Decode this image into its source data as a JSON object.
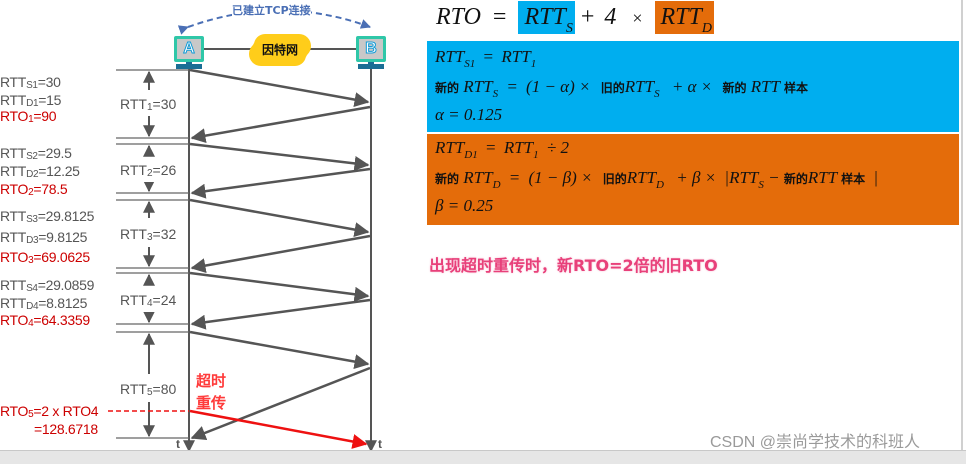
{
  "diagram": {
    "tcp_connection_label": "已建立TCP连接",
    "host_a": "A",
    "host_b": "B",
    "network_label": "因特网",
    "time_axis_label": "t",
    "rounds": [
      {
        "rtts_pre": "RTT",
        "rtts_sub": "S1",
        "rtts_val": "=30",
        "rttd_pre": "RTT",
        "rttd_sub": "D1",
        "rttd_val": "=15",
        "rto_pre": "RTO",
        "rto_sub": "1",
        "rto_val": "=90",
        "rtt_pre": "RTT",
        "rtt_sub": "1",
        "rtt_val": "=30"
      },
      {
        "rtts_pre": "RTT",
        "rtts_sub": "S2",
        "rtts_val": "=29.5",
        "rttd_pre": "RTT",
        "rttd_sub": "D2",
        "rttd_val": "=12.25",
        "rto_pre": "RTO",
        "rto_sub": "2",
        "rto_val": "=78.5",
        "rtt_pre": "RTT",
        "rtt_sub": "2",
        "rtt_val": "=26"
      },
      {
        "rtts_pre": "RTT",
        "rtts_sub": "S3",
        "rtts_val": "=29.8125",
        "rttd_pre": "RTT",
        "rttd_sub": "D3",
        "rttd_val": "=9.8125",
        "rto_pre": "RTO",
        "rto_sub": "3",
        "rto_val": "=69.0625",
        "rtt_pre": "RTT",
        "rtt_sub": "3",
        "rtt_val": "=32"
      },
      {
        "rtts_pre": "RTT",
        "rtts_sub": "S4",
        "rtts_val": "=29.0859",
        "rttd_pre": "RTT",
        "rttd_sub": "D4",
        "rttd_val": "=8.8125",
        "rto_pre": "RTO",
        "rto_sub": "4",
        "rto_val": "=64.3359",
        "rtt_pre": "RTT",
        "rtt_sub": "4",
        "rtt_val": "=24"
      },
      {
        "rto_pre": "RTO",
        "rto_sub": "5",
        "rto_val": "=2 x RTO4",
        "rto_val2": "=128.6718",
        "rtt_pre": "RTT",
        "rtt_sub": "5",
        "rtt_val": "=80"
      }
    ],
    "timeout_label_line1": "超时",
    "timeout_label_line2": "重传"
  },
  "formulas": {
    "main": {
      "lhs": "RTO",
      "eq": "=",
      "term1": "RTT",
      "term1_sub": "S",
      "plus": "+",
      "coef": "4",
      "times": "×",
      "term2": "RTT",
      "term2_sub": "D"
    },
    "smoothed": {
      "line1": {
        "lhs": "RTT",
        "lhs_sub": "S1",
        "eq": "=",
        "rhs": "RTT",
        "rhs_sub": "1"
      },
      "line2": {
        "new": "新的",
        "lhs": "RTT",
        "lhs_sub": "S",
        "eq": "=",
        "factor": "(1 − α) ×",
        "old": "旧的",
        "old_term": "RTT",
        "old_sub": "S",
        "plus": "+ α ×",
        "new2": "新的",
        "sample_term": "RTT",
        "sample": "样本"
      },
      "line3": "α = 0.125"
    },
    "deviation": {
      "line1": {
        "lhs": "RTT",
        "lhs_sub": "D1",
        "eq": "=",
        "rhs": "RTT",
        "rhs_sub": "1",
        "tail": "÷ 2"
      },
      "line2": {
        "new": "新的",
        "lhs": "RTT",
        "lhs_sub": "D",
        "eq": "=",
        "factor": "(1 − β) ×",
        "old": "旧的",
        "old_term": "RTT",
        "old_sub": "D",
        "plus": "+ β ×",
        "abs_open": "|RTT",
        "abs_sub": "S",
        "minus": "−",
        "new2": "新的",
        "sample_term": "RTT",
        "sample": "样本",
        "abs_close": "|"
      },
      "line3": "β = 0.25"
    },
    "colors": {
      "smoothed_bg": "#00aeef",
      "deviation_bg": "#e46c0a",
      "timeout_note": "#e8407a",
      "rto_red": "#cc0000",
      "retransmit_red": "#ff1a1a"
    }
  },
  "note": "出现超时重传时，新RTO=2倍的旧RTO",
  "watermark": "CSDN @崇尚学技术的科班人"
}
